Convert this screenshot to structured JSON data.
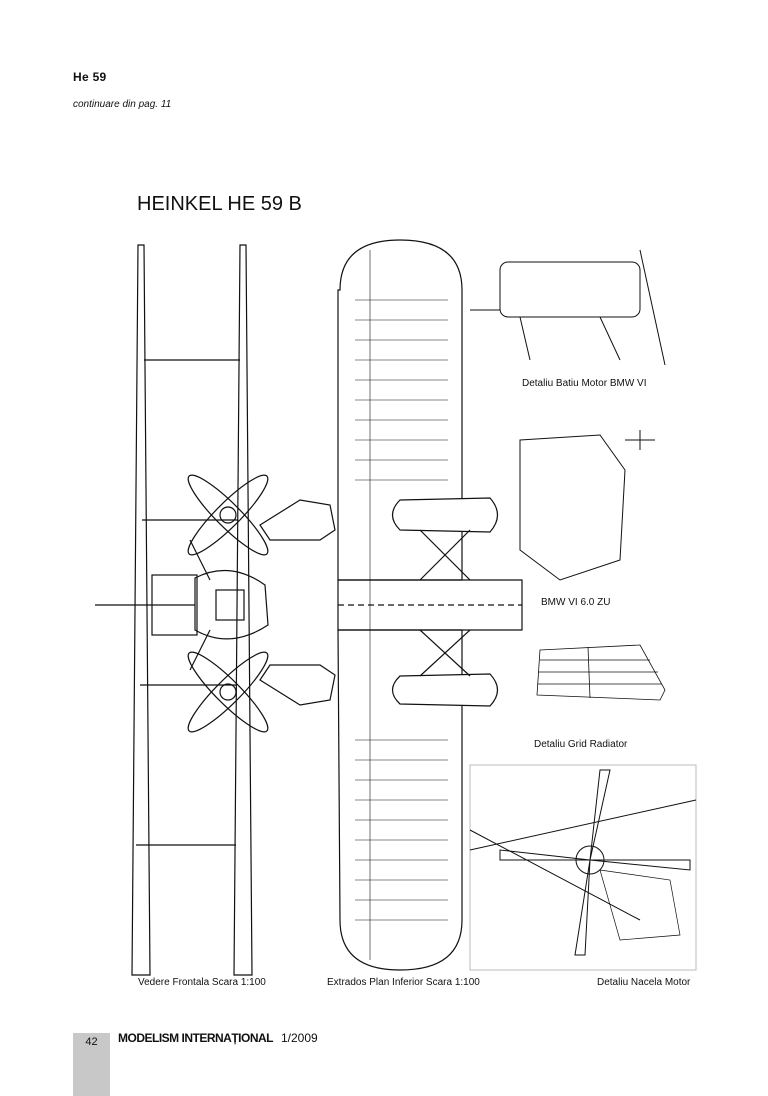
{
  "header": {
    "section": "He 59",
    "continuation": "continuare din pag. 11"
  },
  "title": "HEINKEL HE 59 B",
  "captions": {
    "front_view": "Vedere  Frontala Scara 1:100",
    "plan_view": "Extrados Plan Inferior Scara 1:100",
    "engine_mount": "Detaliu Batiu Motor BMW VI",
    "engine": "BMW VI 6.0 ZU",
    "radiator": "Detaliu Grid Radiator",
    "nacelle": "Detaliu Nacela Motor"
  },
  "footer": {
    "page_number": "42",
    "magazine": "MODELISM INTERNAȚIONAL",
    "issue": "1/2009"
  }
}
